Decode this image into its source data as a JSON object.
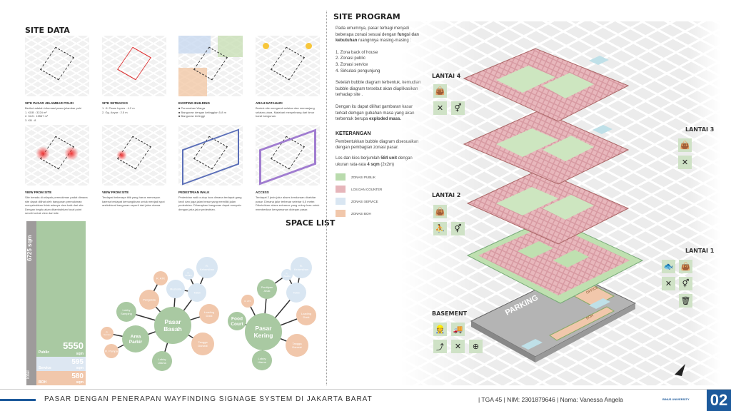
{
  "site_data": {
    "title": "SITE DATA",
    "items": [
      {
        "title": "SITE PASAR JELAMBAR POLRI",
        "text": "Berikut adalah informasi pasar jelambar polri",
        "list": [
          "1. KDB : 3224 m²",
          "2. KLB : 15567 m²",
          "3. KB : 8"
        ]
      },
      {
        "title": "SITE SETBACKS",
        "text": "",
        "list": [
          "1. Jl. Pasar Inpres : 4.2 m",
          "2. Gg. Anyar : 2.5 m"
        ]
      },
      {
        "title": "EXISTING BUILDING",
        "text": "",
        "list": [
          "■ Perumahan Warga",
          "■ Bangunan dengan ketinggian 5-8 m",
          "■ Bangunan tertinggi"
        ]
      },
      {
        "title": "ARAH MATAHARI",
        "text": "Bentuk site mengarah selatan dan memanjang selatan-utara. Matahari menyebrang dari timur barat bangunan.",
        "list": []
      },
      {
        "title": "VIEW FROM SITE",
        "text": "Site berada di wilayah permukiman padat dimana site dapat dilihat oleh bangunan permukiman menyebabkan tidak adanya view baik dari site. Dengan begitu akan ditambahkan focal point sendiri untuk view dari site.",
        "list": []
      },
      {
        "title": "VIEW FROM SITE",
        "text": "Terdapat beberapa titik yang harus menespon karena terdapat kemungkinan untuk menjadi spot arsitektural bangunan seperti dari jalan utama.",
        "list": []
      },
      {
        "title": "PEDESTRIAN WALK",
        "text": "Pedestrian walk cukup luas dimana terdapat gang kecil dan juga jalan besar yang memiliki jalan pedestrian. Diharapkan bangunan dapat menyatu dengan jalur-jalur pedestrian.",
        "list": []
      },
      {
        "title": "ACCESS",
        "text": "Terdapat 2 jenis jalur akses kendaraan disekitar pasar. Dimana jalur terbesar selebar 6,5 meter. Dibutuhkan akses entrance yang cukup luas untuk memberikan kenyamanan didepan pasar.",
        "list": []
      }
    ]
  },
  "space_list": {
    "title": "SPACE LIST",
    "total_label": "6725 sqm",
    "total_word": "Total",
    "segments": [
      {
        "name": "Public",
        "value": "5550",
        "unit": "sqm",
        "color": "#a9c9a2",
        "share": 0.825
      },
      {
        "name": "Service",
        "value": "595",
        "unit": "sqm",
        "color": "#dde7f2",
        "share": 0.088
      },
      {
        "name": "BOH",
        "value": "580",
        "unit": "sqm",
        "color": "#f1c7ab",
        "share": 0.087
      }
    ]
  },
  "bubbles": {
    "basah": [
      {
        "lines": [
          "Pasar",
          "Basah"
        ],
        "zone": "public",
        "main": true
      },
      {
        "lines": [
          "Area",
          "Parkir"
        ],
        "zone": "public",
        "main": true
      },
      {
        "lines": [
          "Lobby",
          "Samping"
        ],
        "zone": "public"
      },
      {
        "lines": [
          "Pengelola"
        ],
        "zone": "boh"
      },
      {
        "lines": [
          "R. ATK"
        ],
        "zone": "boh"
      },
      {
        "lines": [
          "Musholla"
        ],
        "zone": "service"
      },
      {
        "lines": [
          "Toilet"
        ],
        "zone": "service"
      },
      {
        "lines": [
          "R.",
          "Wudhu"
        ],
        "zone": "service"
      },
      {
        "lines": [
          "R.",
          "Kebersihan"
        ],
        "zone": "service"
      },
      {
        "lines": [
          "Loading",
          "Dock"
        ],
        "zone": "boh"
      },
      {
        "lines": [
          "Tangga",
          "Darurat"
        ],
        "zone": "boh"
      },
      {
        "lines": [
          "Lobby",
          "Utama"
        ],
        "zone": "public"
      },
      {
        "lines": [
          "R.",
          "Genset"
        ],
        "zone": "boh"
      },
      {
        "lines": [
          "R. Pompa"
        ],
        "zone": "boh"
      }
    ],
    "kering": [
      {
        "lines": [
          "Pasar",
          "Kering"
        ],
        "zone": "public",
        "main": true
      },
      {
        "lines": [
          "Food",
          "Court"
        ],
        "zone": "public",
        "main": true
      },
      {
        "lines": [
          "R. ATK"
        ],
        "zone": "boh"
      },
      {
        "lines": [
          "Penitipan",
          "Anak"
        ],
        "zone": "public"
      },
      {
        "lines": [
          "R.",
          "Wudhu"
        ],
        "zone": "service"
      },
      {
        "lines": [
          "R.",
          "Kebersihan"
        ],
        "zone": "service"
      },
      {
        "lines": [
          "Toilet"
        ],
        "zone": "service"
      },
      {
        "lines": [
          "Loading",
          "Dock"
        ],
        "zone": "boh"
      },
      {
        "lines": [
          "Tangga",
          "Darurat"
        ],
        "zone": "boh"
      },
      {
        "lines": [
          "Lobby",
          "Utama"
        ],
        "zone": "public"
      }
    ]
  },
  "zone_colors": {
    "public": "#a9c9a2",
    "service": "#d9e6f2",
    "boh": "#f1c7ab",
    "los": "#dba5ab"
  },
  "site_program": {
    "title": "SITE PROGRAM",
    "p1a": "Pada umumnya, pasar terbagi menjadi beberapa zonasi sesuai dengan ",
    "p1b": "fungsi dan kebutuhan",
    "p1c": " ruangnnya masing-masing :",
    "list": [
      "1.  Zona back of house",
      "2.  Zonasi public",
      "3.  Zonasi service",
      "4.  Sirkulasi pengunjung"
    ],
    "p2": "Setelah bubble diagram terbentuk, kemudian bubble diagram tersebut akan diaplikasikan terhadap site .",
    "p3a": "Dengan itu dapat dilihat gambaran kasar terkait demgan gubahan masa yang akan terbentuk berupa ",
    "p3b": "exploded mass.",
    "keterangan_title": "KETERANGAN",
    "k1": "Pembentukkan bubble diagram disesuaikan dengan pembagian zonasi pasar.",
    "k2a": "Los dan kios berjumlah ",
    "k2b": "584 unit",
    "k2c": " dengan ukuran rata-rata ",
    "k2d": "4 sqm",
    "k2e": " (2x2m)",
    "legend": [
      {
        "label": "ZONASI PUBLIK",
        "color": "#b9dbad"
      },
      {
        "label": "LOS DAN COUNTER",
        "color": "#e6b5ba"
      },
      {
        "label": "ZONASI SERVICE",
        "color": "#d9e6f2"
      },
      {
        "label": "ZONASI BOH",
        "color": "#f1c7ab"
      }
    ]
  },
  "exploded": {
    "floors": [
      "LANTAI 4",
      "LANTAI 3",
      "LANTAI 2",
      "LANTAI 1",
      "BASEMENT"
    ],
    "parking_label": "PARKING",
    "office_label": "OFFICE",
    "boh_label": "BOH"
  },
  "footer": {
    "title": "PASAR DENGAN PENERAPAN WAYFINDING SIGNAGE SYSTEM DI JAKARTA BARAT",
    "info": "| TGA 45 | NIM: 2301879646 | Nama: Vanessa Angela",
    "logo_text": "BINUS UNIVERSITY",
    "page": "02"
  }
}
